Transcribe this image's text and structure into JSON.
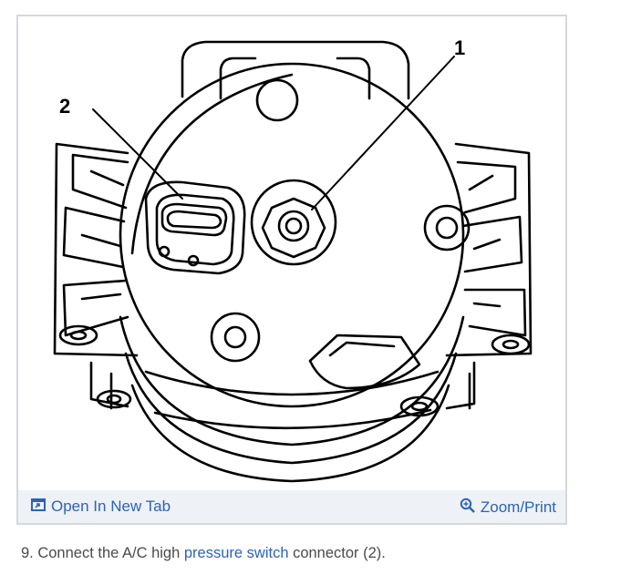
{
  "diagram": {
    "callout_1": "1",
    "callout_2": "2"
  },
  "toolbar": {
    "open_label": "Open In New Tab",
    "open_icon": "external-tab-icon",
    "zoom_label": "Zoom/Print",
    "zoom_icon": "magnifier-icon"
  },
  "caption": {
    "prefix": "9. Connect the A/C high ",
    "link": "pressure switch",
    "suffix": " connector (2)."
  },
  "colors": {
    "link": "#2c63b6",
    "toolbar_bg": "#eef1f6",
    "frame_border": "#d4d8df",
    "caption_text": "#4a4a4a"
  }
}
